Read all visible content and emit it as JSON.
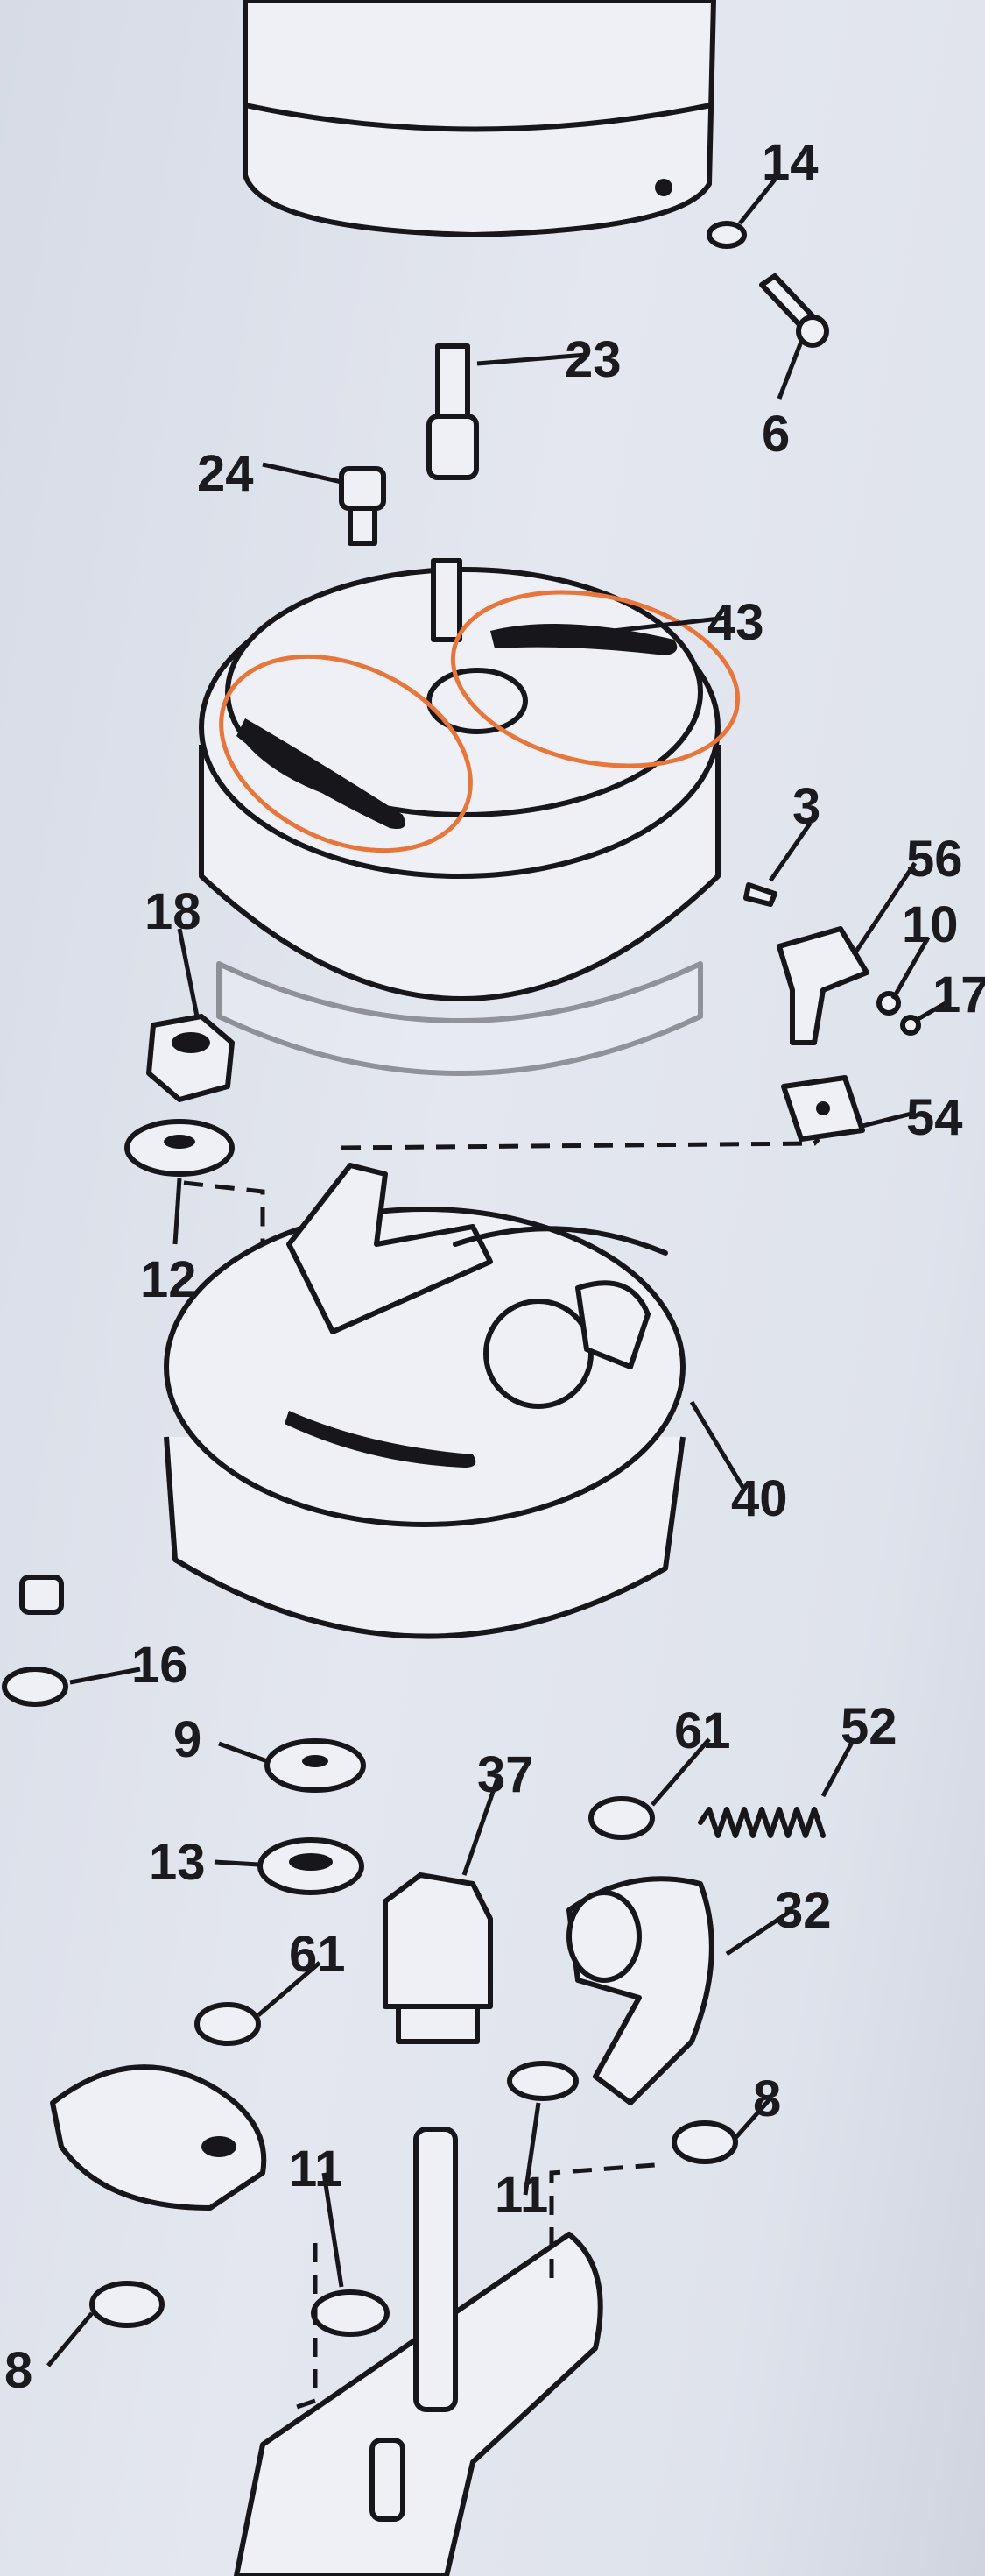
{
  "diagram": {
    "type": "exploded-parts-diagram",
    "labels": [
      "14",
      "23",
      "6",
      "24",
      "43",
      "3",
      "56",
      "10",
      "17",
      "18",
      "54",
      "12",
      "40",
      "16",
      "9",
      "61",
      "52",
      "37",
      "13",
      "32",
      "61",
      "8",
      "11",
      "11",
      "8"
    ],
    "annotation_color": "#e8763a",
    "ink_color": "#17171b",
    "paper_color": "#dde2ec"
  }
}
